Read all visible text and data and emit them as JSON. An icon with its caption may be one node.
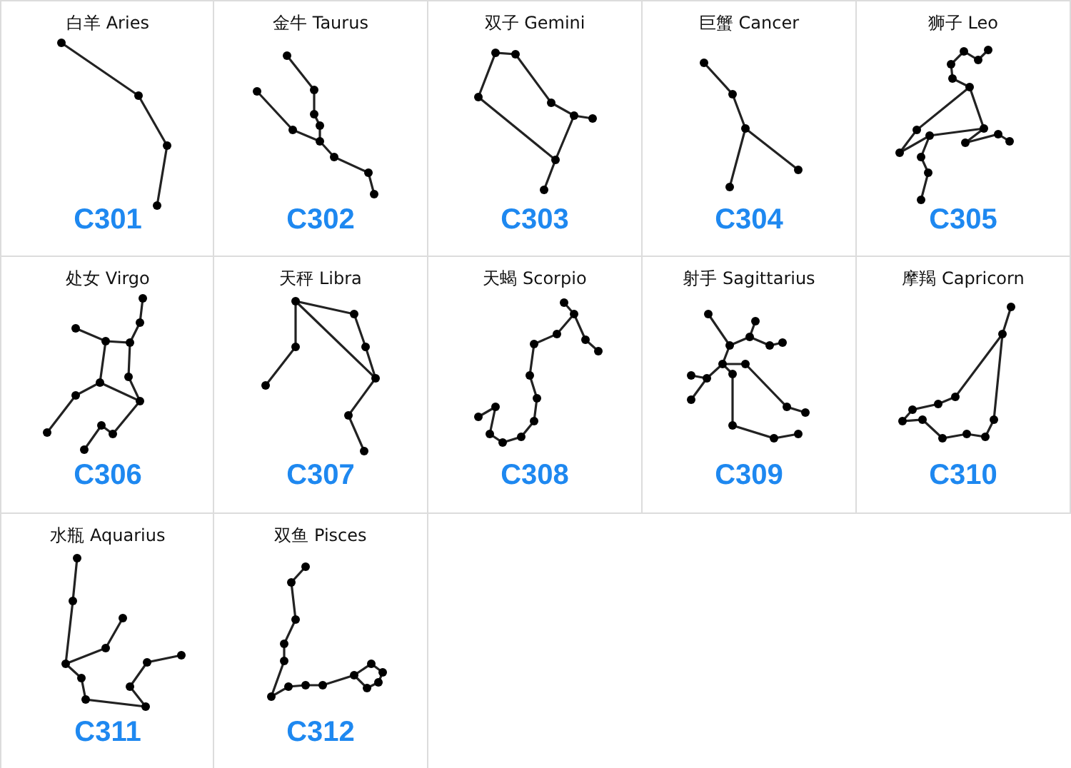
{
  "diagram": {
    "nodes": [
      {
        "text": [
          "白羊 Aries",
          "C301"
        ]
      },
      {
        "text": [
          "金牛 Taurus",
          "C302"
        ]
      },
      {
        "text": [
          "双子 Gemini",
          "C303"
        ]
      },
      {
        "text": [
          "巨蟹 Cancer",
          "C304"
        ]
      },
      {
        "text": [
          "狮子 Leo",
          "C305"
        ]
      },
      {
        "text": [
          "处女 Virgo",
          "C306"
        ]
      },
      {
        "text": [
          "天秤 Libra",
          "C307"
        ]
      },
      {
        "text": [
          "天蝎 Scorpio",
          "C308"
        ]
      },
      {
        "text": [
          "射手 Sagittarius",
          "C309"
        ]
      },
      {
        "text": [
          "摩羯 Capricorn",
          "C310"
        ]
      },
      {
        "text": [
          "水瓶 Aquarius",
          "C311"
        ]
      },
      {
        "text": [
          "双鱼 Pisces",
          "C312"
        ]
      }
    ]
  }
}
